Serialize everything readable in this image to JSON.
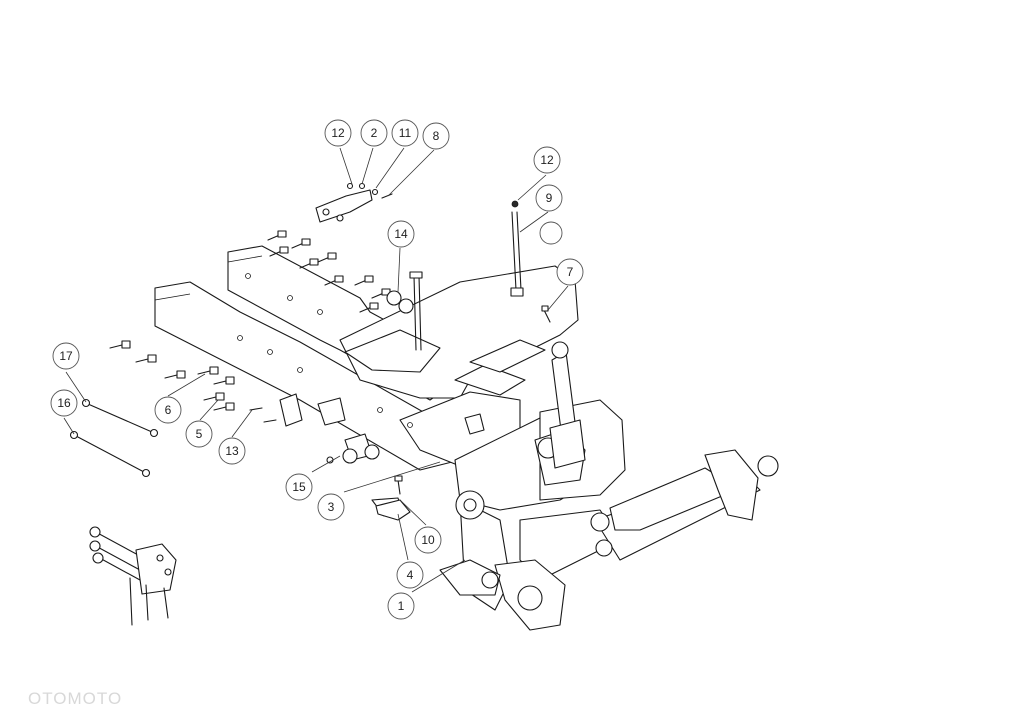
{
  "callouts": [
    {
      "id": "c12a",
      "label": "12"
    },
    {
      "id": "c2",
      "label": "2"
    },
    {
      "id": "c11",
      "label": "11"
    },
    {
      "id": "c8",
      "label": "8"
    },
    {
      "id": "c12b",
      "label": "12"
    },
    {
      "id": "c9",
      "label": "9"
    },
    {
      "id": "c14",
      "label": "14"
    },
    {
      "id": "c7",
      "label": "7"
    },
    {
      "id": "c17",
      "label": "17"
    },
    {
      "id": "c16",
      "label": "16"
    },
    {
      "id": "c6",
      "label": "6"
    },
    {
      "id": "c5",
      "label": "5"
    },
    {
      "id": "c13",
      "label": "13"
    },
    {
      "id": "c15",
      "label": "15"
    },
    {
      "id": "c3",
      "label": "3"
    },
    {
      "id": "c10",
      "label": "10"
    },
    {
      "id": "c4",
      "label": "4"
    },
    {
      "id": "c1",
      "label": "1"
    }
  ],
  "watermark": "OTOMOTO"
}
